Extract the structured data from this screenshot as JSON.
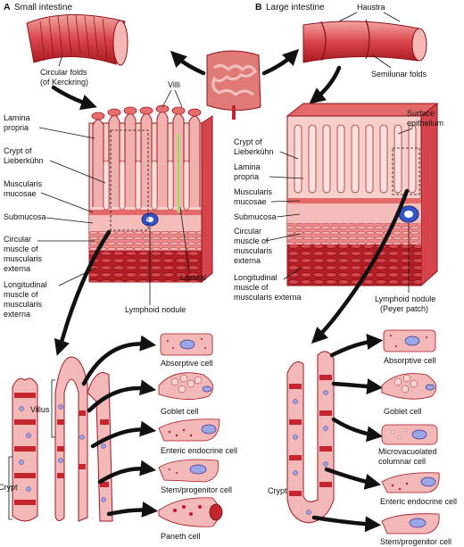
{
  "panels": {
    "a": {
      "letter": "A",
      "title": "Small intestine",
      "fold_labels": [
        "Circular folds",
        "(of Kerckring)"
      ],
      "villi_label": "Villi",
      "wall_labels": {
        "lamina_propria": [
          "Lamina",
          "propria"
        ],
        "crypt": [
          "Crypt of",
          "Lieberkühn"
        ],
        "muscularis_mucosae": [
          "Muscularis",
          "mucosae"
        ],
        "submucosa": [
          "Submucosa"
        ],
        "circular": [
          "Circular",
          "muscle of",
          "muscularis",
          "externa"
        ],
        "longitudinal": [
          "Longitudinal",
          "muscle of",
          "muscularis",
          "externa"
        ],
        "lacteal": [
          "Lacteal"
        ],
        "lymphoid_nodule": [
          "Lymphoid nodule"
        ]
      },
      "epithelium_labels": {
        "villus": "Villus",
        "crypt": "Crypt"
      },
      "cells": [
        "Absorptive cell",
        "Goblet cell",
        "Enteric endocrine cell",
        "Stem/progenitor cell",
        "Paneth cell"
      ]
    },
    "b": {
      "letter": "B",
      "title": "Large intestine",
      "top_labels": {
        "haustra": "Haustra",
        "semilunar": "Semilunar folds"
      },
      "wall_labels": {
        "surface_epithelium": [
          "Surface",
          "epithelium"
        ],
        "crypt": [
          "Crypt of",
          "Lieberkühn"
        ],
        "lamina_propria": [
          "Lamina",
          "propria"
        ],
        "muscularis_mucosae": [
          "Muscularis",
          "mucosae"
        ],
        "submucosa": [
          "Submucosa"
        ],
        "circular": [
          "Circular",
          "muscle of",
          "muscularis",
          "externa"
        ],
        "longitudinal": [
          "Longitudinal",
          "muscle of",
          "muscularis externa"
        ],
        "lymphoid_nodule": [
          "Lymphoid nodule",
          "(Peyer patch)"
        ]
      },
      "epithelium_labels": {
        "crypt": "Crypt"
      },
      "cells": [
        "Absorptive cell",
        "Goblet cell",
        "Microvacuolated",
        "columnar cell",
        "Enteric endocrine cell",
        "Stem/progenitor cell"
      ]
    }
  },
  "colors": {
    "tissue_light": "#f6c9c5",
    "tissue_mid": "#e8817d",
    "tissue_dark": "#c3262f",
    "muscle": "#b51c24",
    "nucleus": "#9aa6e6",
    "lacteal": "#c8f08f",
    "lymphoid": "#3654c9"
  }
}
